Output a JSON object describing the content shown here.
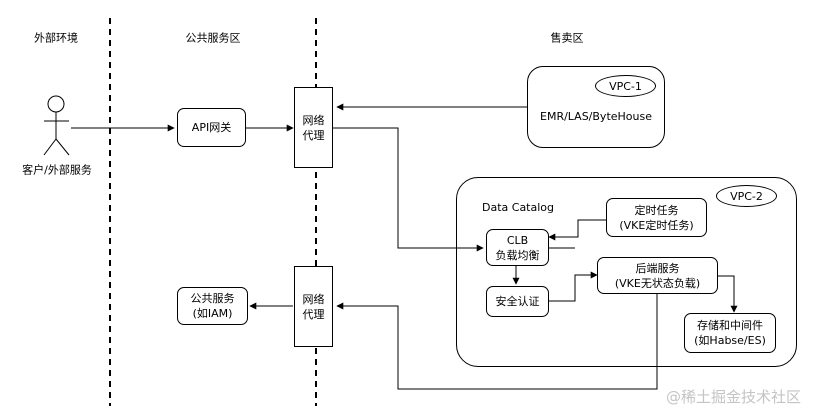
{
  "zones": {
    "external": "外部环境",
    "public": "公共服务区",
    "sale": "售卖区"
  },
  "actor_label": "客户/外部服务",
  "nodes": {
    "api_gateway": "API网关",
    "proxy_top_line1": "网络",
    "proxy_top_line2": "代理",
    "proxy_bottom_line1": "网络",
    "proxy_bottom_line2": "代理",
    "public_service_line1": "公共服务",
    "public_service_line2": "(如IAM)",
    "vpc1_tag": "VPC-1",
    "vpc1_content": "EMR/LAS/ByteHouse",
    "vpc2_tag": "VPC-2",
    "data_catalog": "Data Catalog",
    "clb_line1": "CLB",
    "clb_line2": "负载均衡",
    "auth": "安全认证",
    "cron_line1": "定时任务",
    "cron_line2": "(VKE定时任务)",
    "backend_line1": "后端服务",
    "backend_line2": "(VKE无状态负载)",
    "storage_line1": "存储和中间件",
    "storage_line2": "(如Habse/ES)"
  },
  "watermark": "@稀土掘金技术社区"
}
